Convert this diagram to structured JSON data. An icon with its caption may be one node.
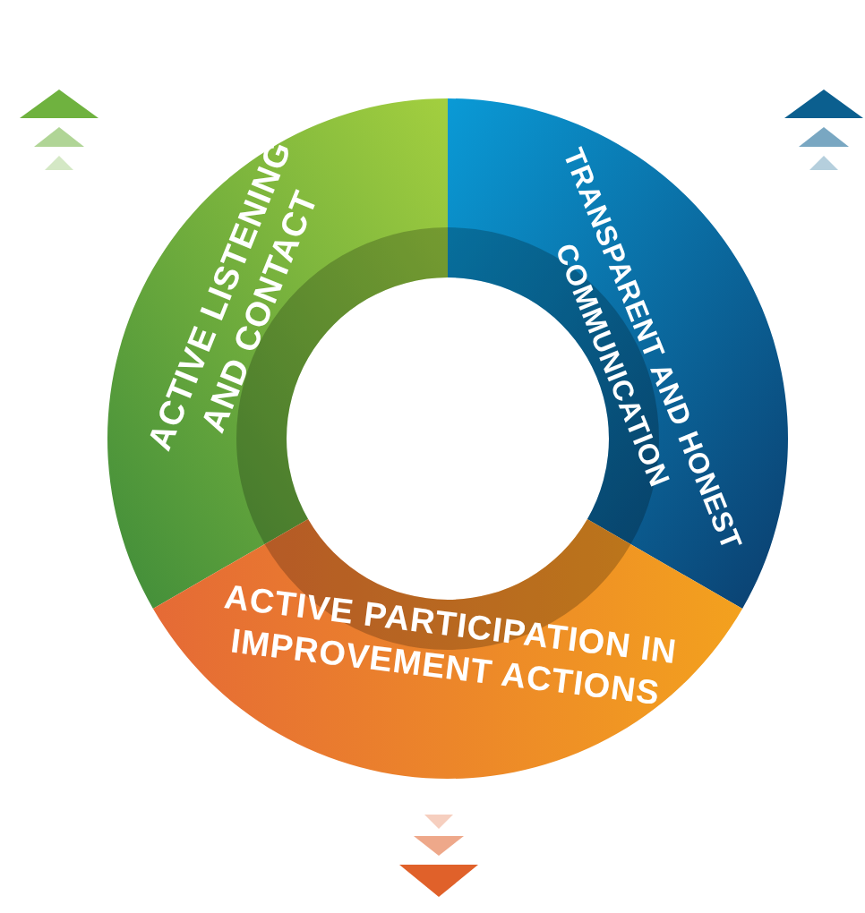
{
  "diagram": {
    "nodes": [
      {
        "text": [
          "ACTIVE LISTENING AND CONTACT"
        ]
      },
      {
        "text": [
          "TRANSPARENT AND HONEST COMMUNICATION"
        ]
      },
      {
        "text": [
          "ACTIVE PARTICIPATION IN IMPROVEMENT ACTIONS"
        ]
      }
    ]
  }
}
